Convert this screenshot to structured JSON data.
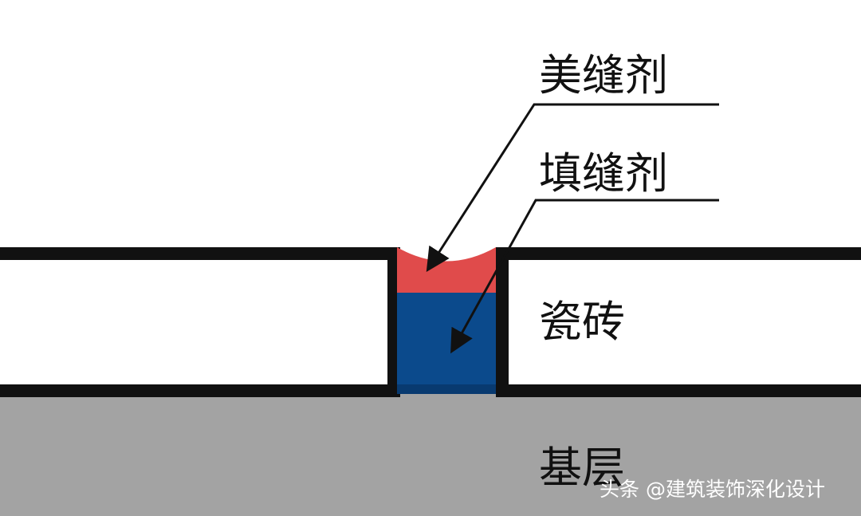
{
  "labels": {
    "grout": "美缝剂",
    "filler": "填缝剂",
    "tile": "瓷砖",
    "base": "基层"
  },
  "watermark": "头条 @建筑装饰深化设计",
  "colors": {
    "background": "#ffffff",
    "outline": "#111111",
    "tile_fill": "#ffffff",
    "base_fill": "#a3a3a3",
    "grout_fill": "#e04b4b",
    "filler_fill": "#0b4a8c",
    "filler_bottom": "#083a70",
    "label_text": "#111111",
    "watermark_text": "#ffffff"
  }
}
